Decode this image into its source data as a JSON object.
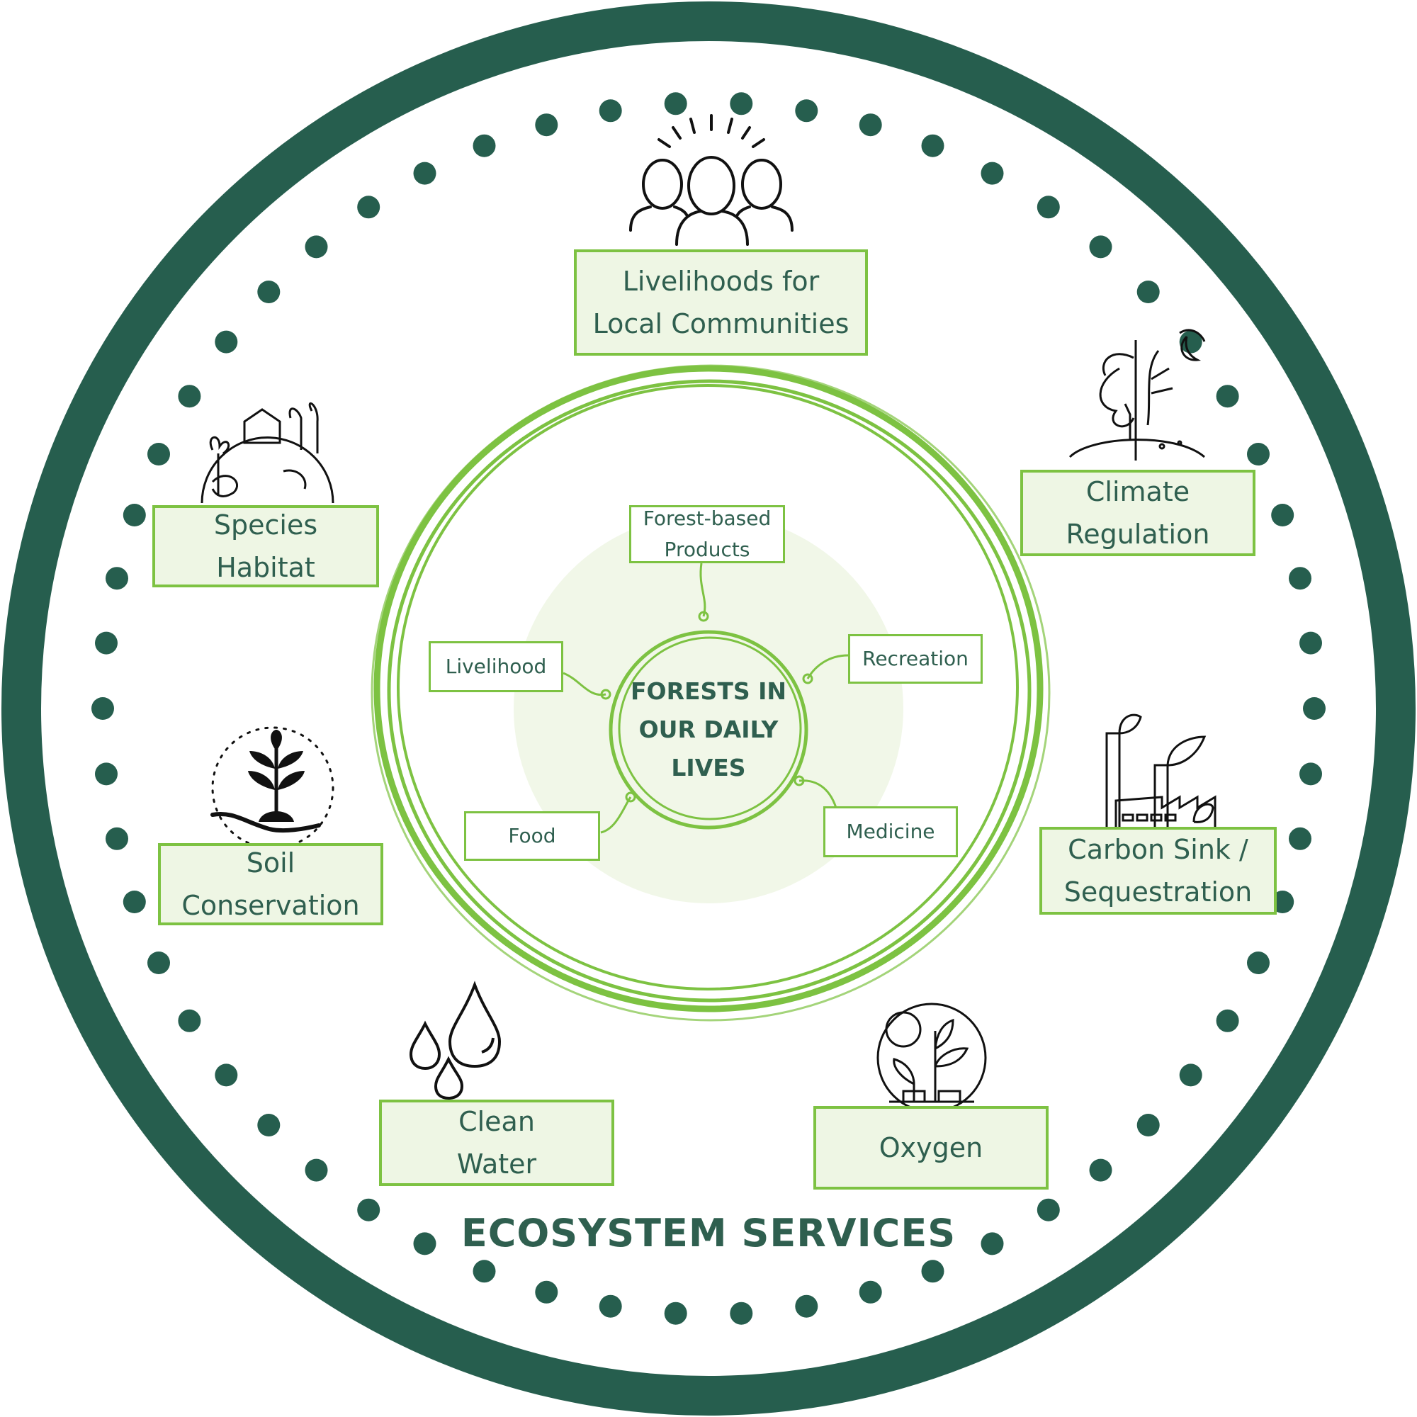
{
  "colors": {
    "dark_green": "#265e4e",
    "light_green": "#7dc242",
    "pale_green": "#eef6e4",
    "text": "#2f5f4f"
  },
  "center": {
    "title": "FORESTS IN\nOUR DAILY\nLIVES"
  },
  "inner_items": [
    {
      "label": "Forest-based\nProducts"
    },
    {
      "label": "Livelihood"
    },
    {
      "label": "Recreation"
    },
    {
      "label": "Food"
    },
    {
      "label": "Medicine"
    }
  ],
  "services": [
    {
      "label": "Livelihoods for\nLocal Communities",
      "icon": "community-icon"
    },
    {
      "label": "Climate\nRegulation",
      "icon": "climate-tree-icon"
    },
    {
      "label": "Species\nHabitat",
      "icon": "habitat-globe-icon"
    },
    {
      "label": "Carbon Sink /\nSequestration",
      "icon": "factory-leaf-icon"
    },
    {
      "label": "Soil\nConservation",
      "icon": "plant-in-hand-icon"
    },
    {
      "label": "Clean\nWater",
      "icon": "water-drops-icon"
    },
    {
      "label": "Oxygen",
      "icon": "oxygen-plant-icon"
    }
  ],
  "footer": {
    "title": "ECOSYSTEM SERVICES"
  }
}
